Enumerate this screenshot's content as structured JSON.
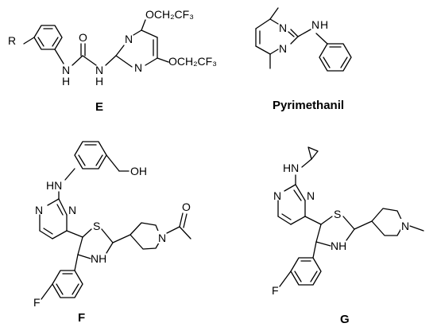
{
  "figure": {
    "structures": [
      {
        "id": "E",
        "caption": "E",
        "atoms": {
          "r": "R",
          "nh1": "N",
          "h1": "H",
          "o": "O",
          "nh2": "N",
          "h2": "H",
          "n1": "N",
          "n2": "N",
          "or1": "OCH₂CF₃",
          "or2": "OCH₂CF₃"
        }
      },
      {
        "id": "Pyrimethanil",
        "caption": "Pyrimethanil",
        "atoms": {
          "n1": "N",
          "n2": "N",
          "nh": "N",
          "h": "H"
        }
      },
      {
        "id": "F",
        "caption": "F",
        "atoms": {
          "oh": "OH",
          "hn": "HN",
          "n1": "N",
          "n2": "N",
          "s": "S",
          "nh": "NH",
          "n3": "N",
          "o": "O",
          "f": "F"
        }
      },
      {
        "id": "G",
        "caption": "G",
        "atoms": {
          "hn": "HN",
          "n1": "N",
          "n2": "N",
          "s": "S",
          "nh": "NH",
          "n3": "N",
          "f": "F"
        }
      }
    ]
  }
}
